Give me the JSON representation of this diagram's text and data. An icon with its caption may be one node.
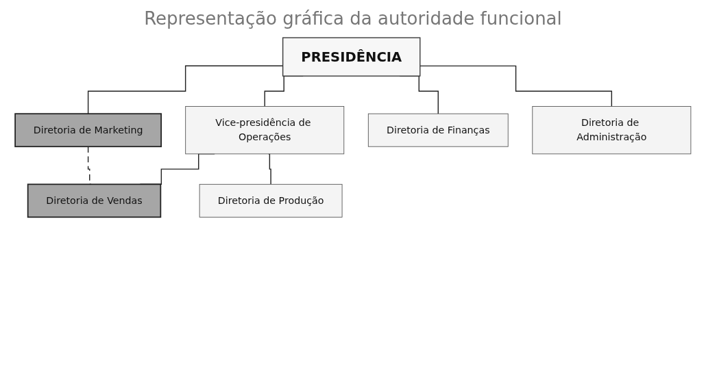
{
  "diagram": {
    "title": "Representação gráfica da autoridade funcional",
    "nodes": [
      {
        "text": [
          "PRESIDÊNCIA"
        ]
      },
      {
        "text": [
          "Diretoria de Marketing"
        ]
      },
      {
        "text": [
          "Diretoria de Finanças"
        ]
      },
      {
        "text": [
          "Diretoria de Administração"
        ]
      },
      {
        "text": [
          "Vice-presidência de Operações"
        ]
      },
      {
        "text": [
          "Diretoria de Vendas"
        ]
      },
      {
        "text": [
          "Diretoria de Produção"
        ]
      }
    ],
    "edges": [
      {
        "from": 0,
        "to": 1,
        "arrow": "none"
      },
      {
        "from": 0,
        "to": 4,
        "arrow": "none"
      },
      {
        "from": 0,
        "to": 2,
        "arrow": "none"
      },
      {
        "from": 0,
        "to": 3,
        "arrow": "none"
      },
      {
        "from": 4,
        "to": 5,
        "arrow": "none"
      },
      {
        "from": 4,
        "to": 6,
        "arrow": "none"
      },
      {
        "from": 1,
        "to": 5,
        "arrow": "none",
        "style": "dashed"
      }
    ]
  }
}
